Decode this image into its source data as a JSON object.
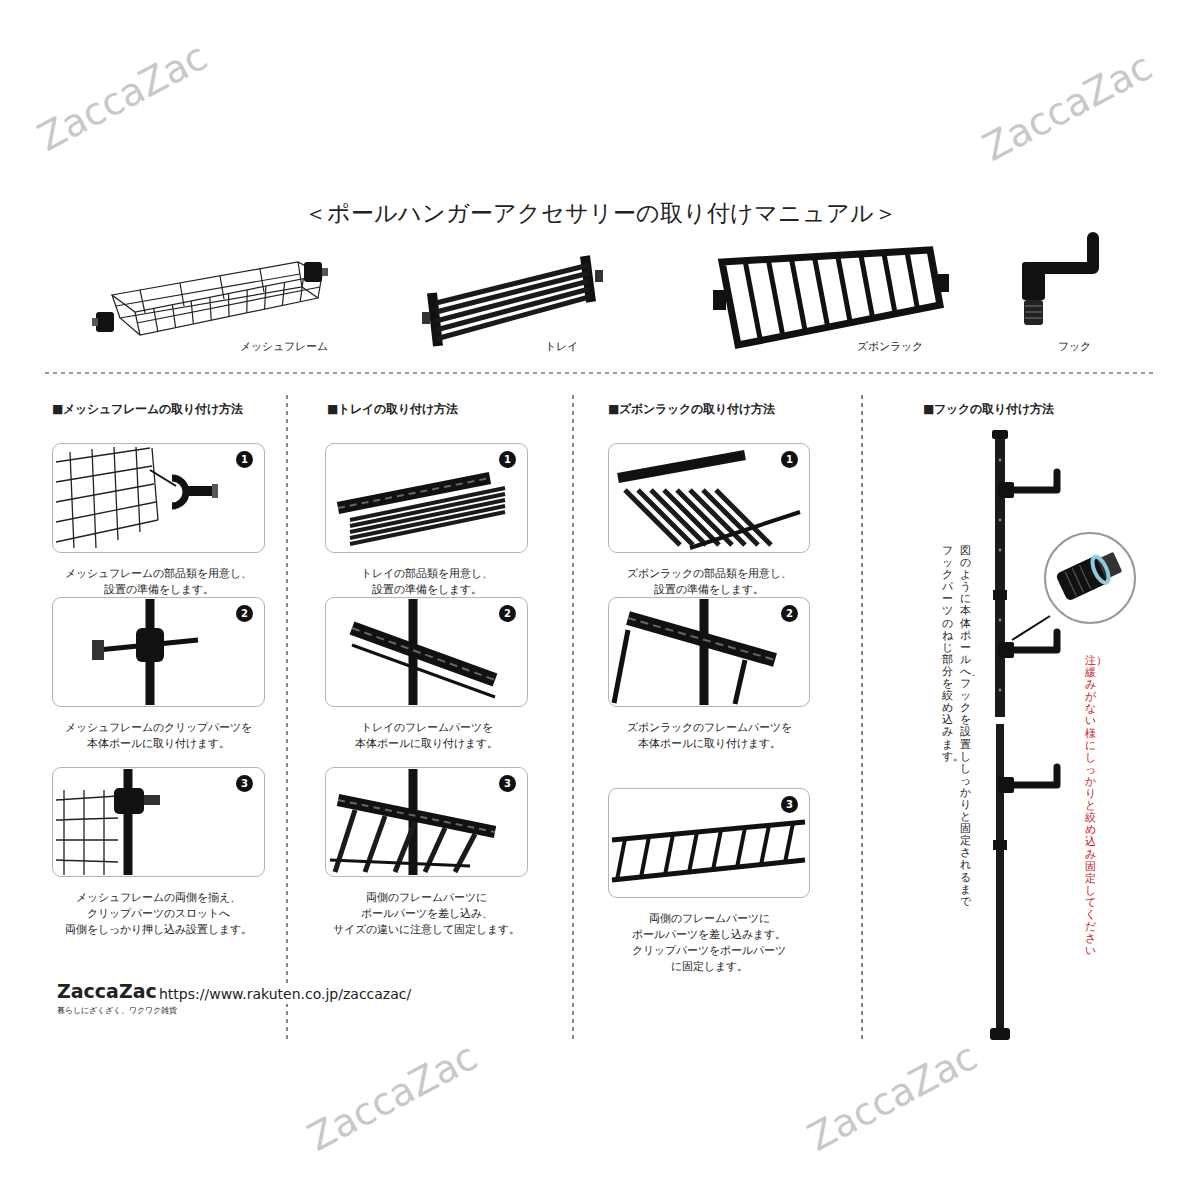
{
  "diagram": {
    "title": "＜ポールハンガーアクセサリーの取り付けマニュアル＞",
    "nodes": [
      {
        "text": [
          "メッシュフレームの部品類を用意し、 設置の準備をします。"
        ]
      },
      {
        "text": [
          "1"
        ],
        "in": 0
      },
      {
        "text": [
          "メッシュフレームのクリップパーツを 本体ポールに取り付けます。"
        ]
      },
      {
        "text": [
          "2"
        ],
        "in": 2
      },
      {
        "text": [
          "メッシュフレームの両側を揃え、 クリップパーツのスロットへ 両側をしっかり押し込み設置します。"
        ]
      },
      {
        "text": [
          "3"
        ],
        "in": 4
      },
      {
        "text": [
          "トレイの部品類を用意し、 設置の準備をします。"
        ]
      },
      {
        "text": [
          "1"
        ],
        "in": 6
      },
      {
        "text": [
          "トレイのフレームパーツを 本体ポールに取り付けます。"
        ]
      },
      {
        "text": [
          "2"
        ],
        "in": 8
      },
      {
        "text": [
          "両側のフレームパーツに ポールパーツを差し込み、 サイズの違いに注意して固定します。"
        ]
      },
      {
        "text": [
          "3"
        ],
        "in": 10
      },
      {
        "text": [
          "ズボンラックの部品類を用意し、 設置の準備をします。"
        ]
      },
      {
        "text": [
          "1"
        ],
        "in": 12
      },
      {
        "text": [
          "ズボンラックのフレームパーツを 本体ポールに取り付けます。"
        ]
      },
      {
        "text": [
          "2"
        ],
        "in": 14
      },
      {
        "text": [
          "両側のフレームパーツに ポールパーツを差し込みます。 クリップパーツをポールパーツ に固定します。"
        ]
      },
      {
        "text": [
          "3"
        ],
        "in": 16
      }
    ],
    "labels": [
      "メッシュフレーム",
      "トレイ",
      "ズボンラック",
      "フック",
      "■メッシュフレームの取り付け方法",
      "■トレイの取り付け方法",
      "■ズボンラックの取り付け方法",
      "■フックの取り付け方法",
      "図のように本体ポールへ、フックを設置ししっかりと固定されるまで",
      "フックパーツのねじ部分を絞め込みます。",
      "注）緩みがない様にしっかりと絞め込み固定してください",
      "ZaccaZac",
      "暮らしにざくざく、ワクワク雑貨",
      "https://www.rakuten.co.jp/zaccazac/",
      "ZaccaZac",
      "ZaccaZac",
      "ZaccaZac",
      "ZaccaZac"
    ]
  }
}
